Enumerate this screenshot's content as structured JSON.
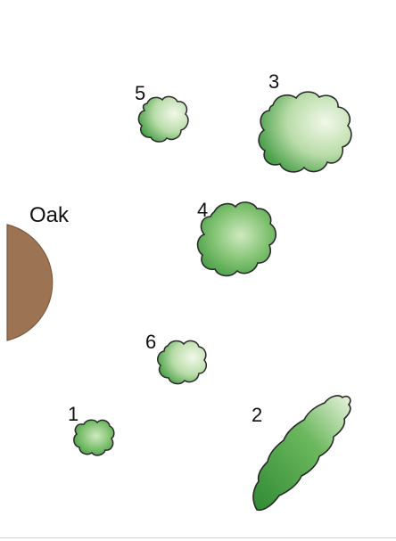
{
  "oak": {
    "label": "Oak"
  },
  "plants": [
    {
      "number": "1",
      "shape": "shrub-round-small"
    },
    {
      "number": "2",
      "shape": "shrub-elongated"
    },
    {
      "number": "3",
      "shape": "shrub-round-large"
    },
    {
      "number": "4",
      "shape": "shrub-round-medium"
    },
    {
      "number": "5",
      "shape": "shrub-round-small"
    },
    {
      "number": "6",
      "shape": "shrub-round-small"
    }
  ],
  "colors": {
    "oak_trunk": "#9c7454",
    "oak_trunk_stroke": "#7e5a3e",
    "shrub_dark": "#3f9a3f",
    "shrub_light": "#eef6e4",
    "shrub_outline": "#2a2a2a"
  }
}
